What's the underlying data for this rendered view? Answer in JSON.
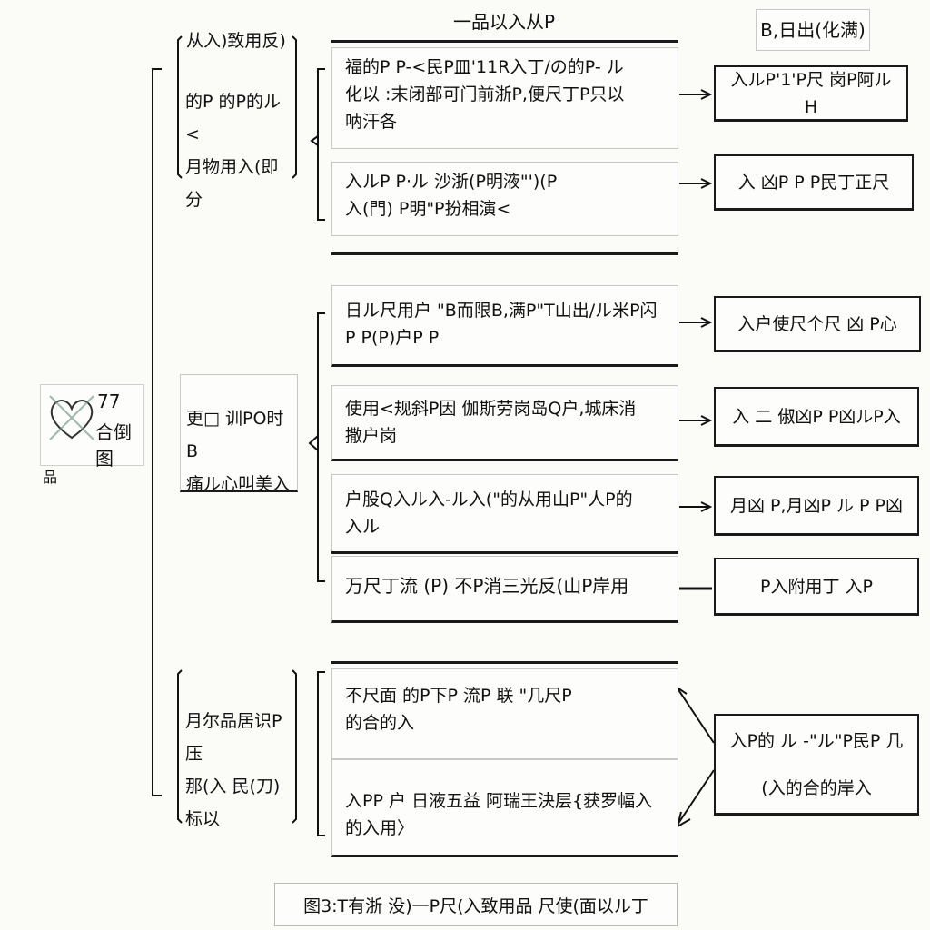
{
  "header": {
    "middle_title": "一品以入从P",
    "right_title": "B,日出(化满)"
  },
  "center": {
    "label": "合倒图",
    "sub": "品"
  },
  "categories": [
    {
      "top": "从入)致用反)",
      "text": "的P 的P的ル<\n月物用入(即分"
    },
    {
      "text": "更□ 训PO时B\n痛ル心叫美入"
    },
    {
      "text": "月尔品居识P压\n那(入 民(刀)\n标以"
    }
  ],
  "items": [
    {
      "text": "福的P P-<民P皿'11R入丁/の的P- ル\n化以 :末闭部可门前浙P,便尺丁P只以\n呐汗各"
    },
    {
      "text": "入ルP P·ル 沙浙(P明液\"')(P\n入(門) P明\"P扮相演<"
    },
    {
      "text": "日ル尺用户 \"B而限B,满P\"T山出/ル米P闪\nP P(P)户P P"
    },
    {
      "text": "使用<规斜P因 伽斯劳岗岛Q户,城床消\n撒户岗"
    },
    {
      "text": "户股Q入ル入-ル入(\"的从用山P\"人P的\n入ル"
    },
    {
      "text": "万尺丁流 (P) 不P消三光反(山P岸用"
    },
    {
      "text": "不尺面 的P下P 流P 联 \"几尺P\n的合的入"
    },
    {
      "text": "入PP 户 日液五益 阿瑞王決层{获罗幅入\n的入用〉"
    }
  ],
  "results": [
    {
      "text": "入ルP'1'P尺 岗P阿ルH"
    },
    {
      "text": "入 凶P P P民丁正尺"
    },
    {
      "text": "入户使尺个尺 凶 P心"
    },
    {
      "text": "入 二 俶凶P P凶ルP入"
    },
    {
      "text": "月凶 P,月凶P ル P P凶"
    },
    {
      "text": "P入附用丁 入P"
    },
    {
      "text": "入P的 ル -\"ル\"P民P 几\n\n(入的合的岸入"
    }
  ],
  "caption": "图3:T有浙 没)一P尺(入致用品 尺使(面以ル丁"
}
